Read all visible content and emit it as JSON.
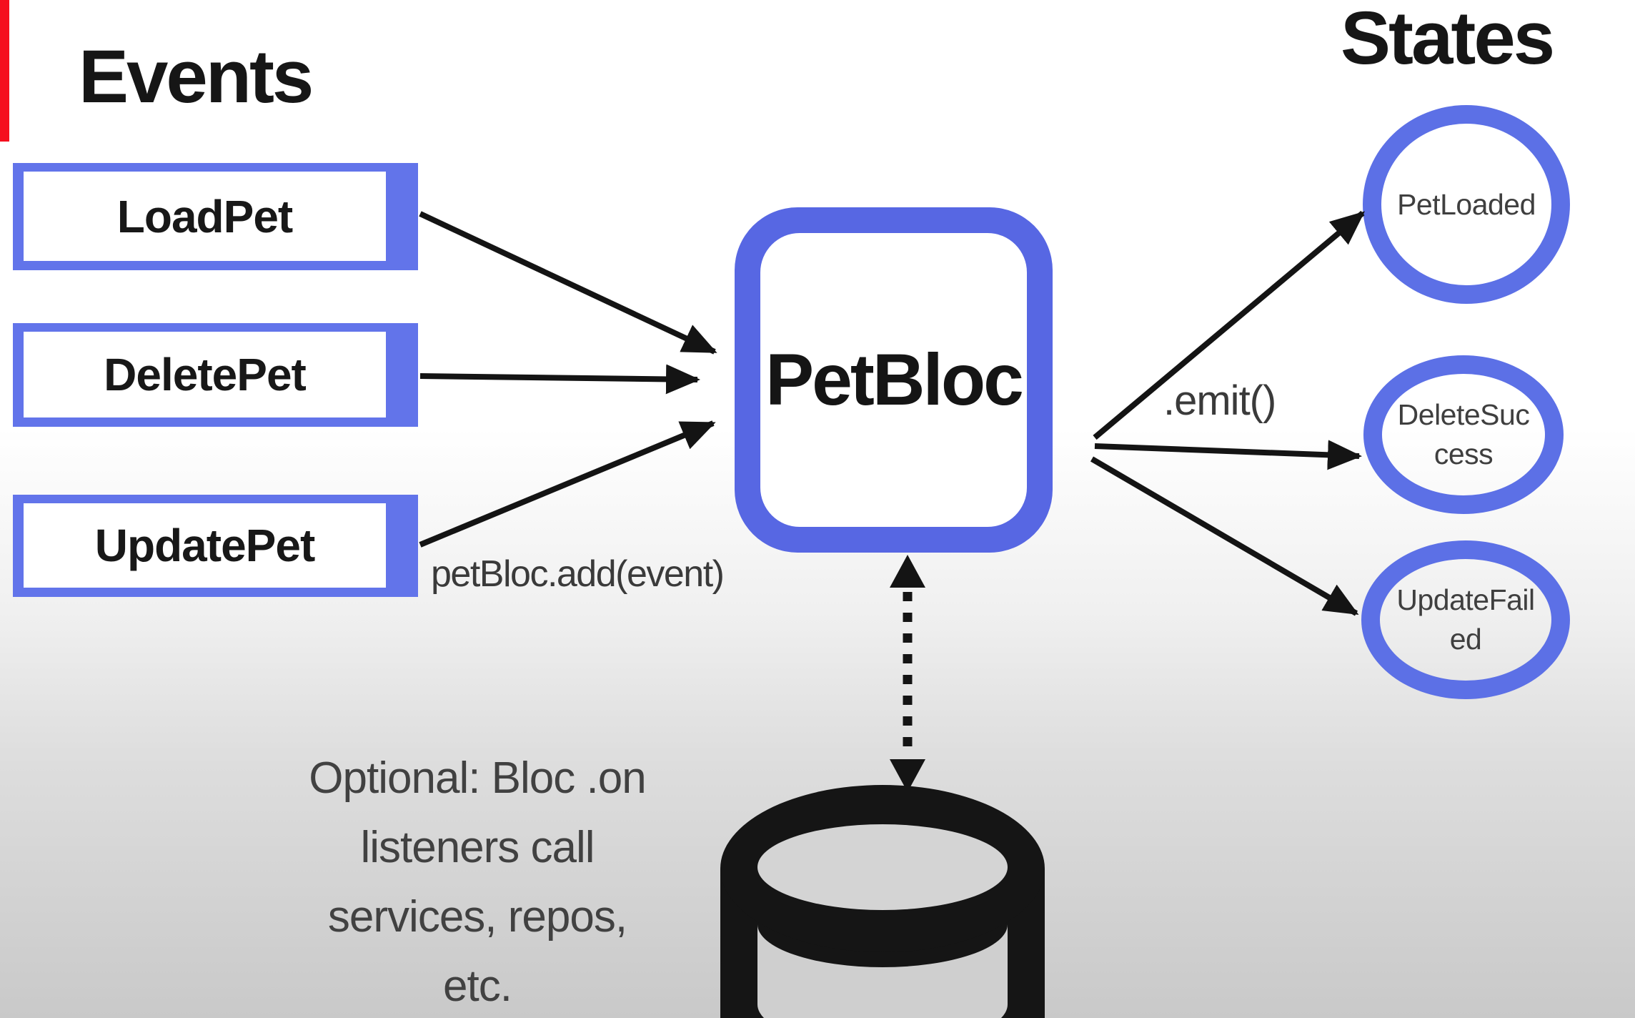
{
  "headings": {
    "events": "Events",
    "states": "States"
  },
  "event_boxes": [
    {
      "label": "LoadPet"
    },
    {
      "label": "DeletePet"
    },
    {
      "label": "UpdatePet"
    }
  ],
  "bloc": {
    "label": "PetBloc"
  },
  "annotations": {
    "add_event": "petBloc.add(event)",
    "emit": ".emit()",
    "optional_lines": [
      "Optional: Bloc .on",
      "listeners call",
      "services, repos,",
      "etc."
    ]
  },
  "state_circles": [
    {
      "lines": [
        "PetLoaded"
      ]
    },
    {
      "lines": [
        "DeleteSuc",
        "cess"
      ]
    },
    {
      "lines": [
        "UpdateFail",
        "ed"
      ]
    }
  ],
  "icons": [
    "database-icon",
    "dotted-double-arrow-icon",
    "arrow-icons"
  ],
  "colors": {
    "box_border": "#6274EA",
    "bloc_border": "#5767E3",
    "circle_border": "#5C70E6",
    "arrow": "#141414",
    "text_gray": "#3a3a3a",
    "bg_top": "#ffffff",
    "bg_bottom": "#c9c9c9",
    "marker_red": "#f50f1e"
  }
}
